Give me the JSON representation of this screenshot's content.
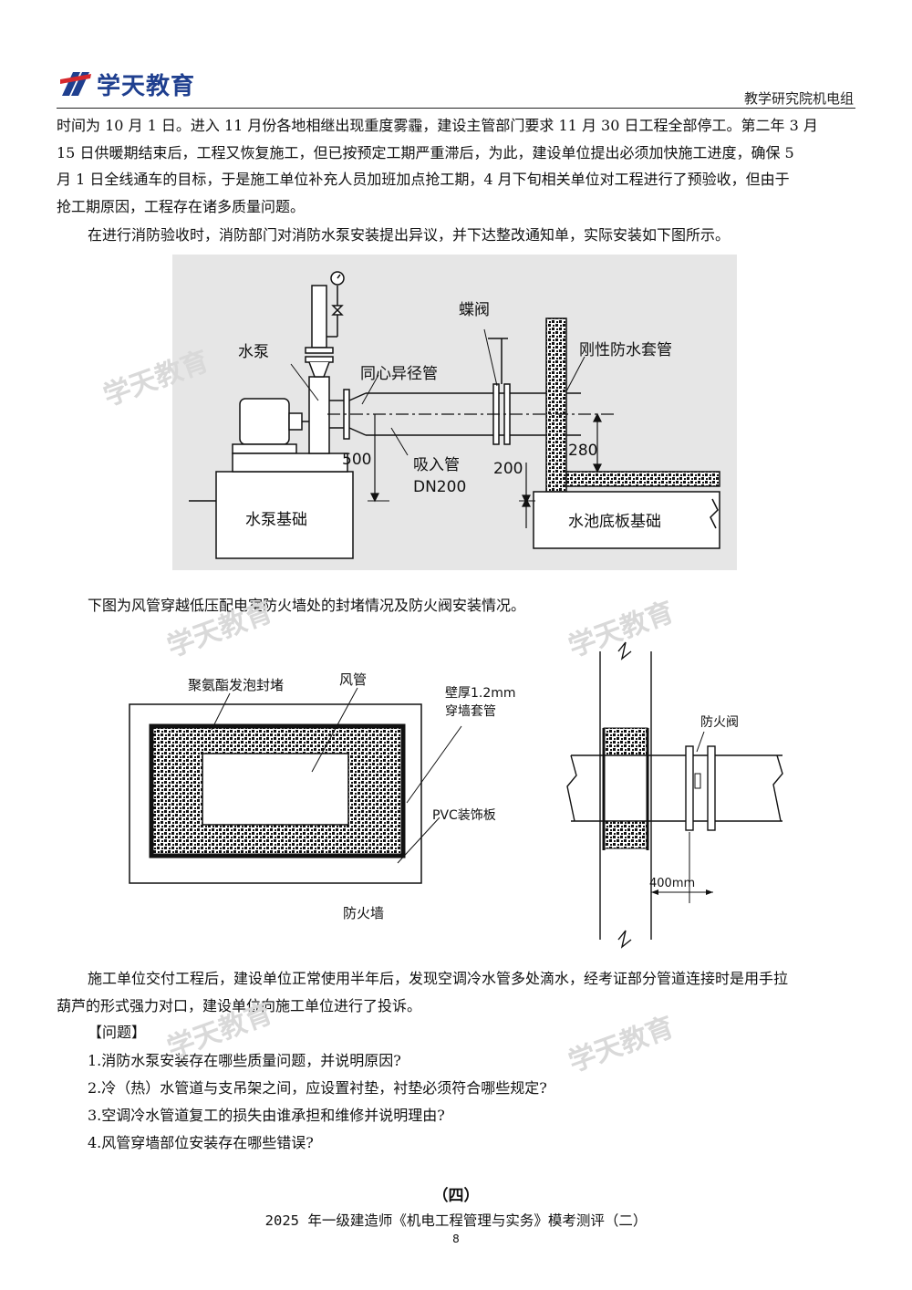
{
  "header": {
    "logo_text": "学天教育",
    "right_text": "教学研究院机电组"
  },
  "body": {
    "p1_lines": [
      "时间为 10 月 1 日。进入 11 月份各地相继出现重度雾霾，建设主管部门要求 11 月 30 日工程全部停工。第二年 3 月",
      "15 日供暖期结束后，工程又恢复施工，但已按预定工期严重滞后，为此，建设单位提出必须加快施工进度，确保 5",
      "月 1 日全线通车的目标，于是施工单位补充人员加班加点抢工期，4 月下旬相关单位对工程进行了预验收，但由于",
      "抢工期原因，工程存在诸多质量问题。"
    ],
    "p2": "在进行消防验收时，消防部门对消防水泵安装提出异议，并下达整改通知单，实际安装如下图所示。",
    "p3": "下图为风管穿越低压配电室防火墙处的封堵情况及防火阀安装情况。",
    "p4_lines": [
      "施工单位交付工程后，建设单位正常使用半年后，发现空调冷水管多处滴水，经考证部分管道连接时是用手拉",
      "葫芦的形式强力对口，建设单位向施工单位进行了投诉。"
    ],
    "questions_heading": "【问题】",
    "questions": [
      "1.消防水泵安装存在哪些质量问题，并说明原因?",
      "2.冷（热）水管道与支吊架之间，应设置衬垫，衬垫必须符合哪些规定?",
      "3.空调冷水管道复工的损失由谁承担和维修并说明理由?",
      "4.风管穿墙部位安装存在哪些错误?"
    ]
  },
  "figure1": {
    "label_pump": "水泵",
    "label_reducer": "同心异径管",
    "label_valve": "蝶阀",
    "label_sleeve": "刚性防水套管",
    "label_suction": "吸入管",
    "label_dn": "DN200",
    "label_500": "500",
    "label_200": "200",
    "label_280": "280",
    "label_pump_base": "水泵基础",
    "label_pool_base": "水池底板基础"
  },
  "figure2": {
    "label_foam": "聚氨酯发泡封堵",
    "label_duct": "风管",
    "label_sleeve_1": "壁厚1.2mm",
    "label_sleeve_2": "穿墙套管",
    "label_pvc": "PVC装饰板",
    "label_wall": "防火墙",
    "label_damper": "防火阀",
    "label_400": "400mm"
  },
  "watermark": "学天教育",
  "footer": {
    "title": "（四）",
    "subtitle": "2025 年一级建造师《机电工程管理与实务》模考测评（二）",
    "page": "8"
  },
  "colors": {
    "logo_blue": "#1f3f8f",
    "logo_red": "#d6282d",
    "figure_bg": "#e6e6e6"
  }
}
